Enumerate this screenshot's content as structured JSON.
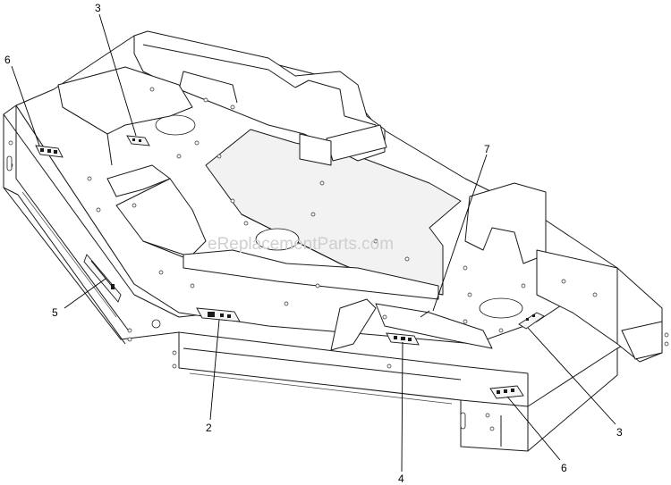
{
  "watermark": "eReplacementParts.com",
  "callouts": [
    {
      "id": "c3a",
      "label": "3"
    },
    {
      "id": "c6a",
      "label": "6"
    },
    {
      "id": "c7",
      "label": "7"
    },
    {
      "id": "c5",
      "label": "5"
    },
    {
      "id": "c2",
      "label": "2"
    },
    {
      "id": "c4",
      "label": "4"
    },
    {
      "id": "c3b",
      "label": "3"
    },
    {
      "id": "c6b",
      "label": "6"
    }
  ]
}
